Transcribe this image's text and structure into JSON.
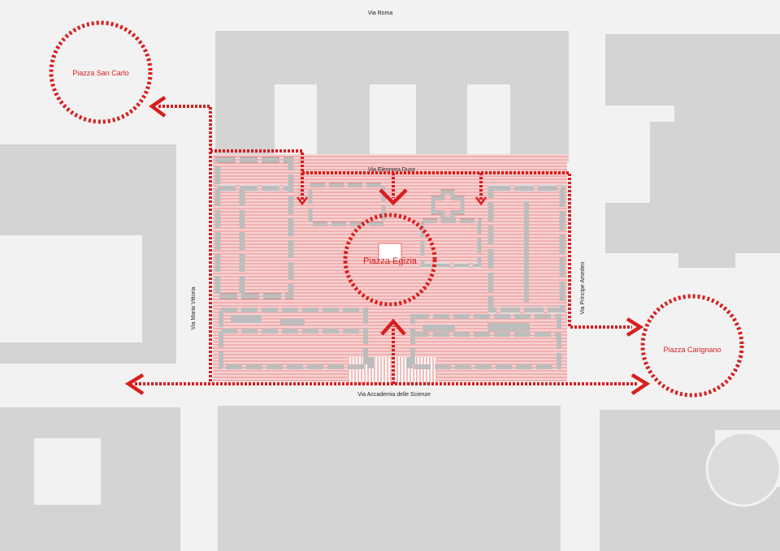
{
  "colors": {
    "background": "#f2f2f2",
    "block": "#d4d4d4",
    "museum_wall": "#bdbdbd",
    "accent": "#d81e1e",
    "street_text": "#222222"
  },
  "streets": {
    "roma": "Via Roma",
    "eleonora_duse": "Via Eleonora Duse",
    "maria_vittoria": "Via Maria Vittoria",
    "principe_amedeo": "Via Principe Amedeo",
    "accademia": "Via Accademia delle Scienze"
  },
  "squares": {
    "san_carlo": "Piazza San Carlo",
    "egizia": "Piazza Egizia",
    "carignano": "Piazza Carignano"
  }
}
